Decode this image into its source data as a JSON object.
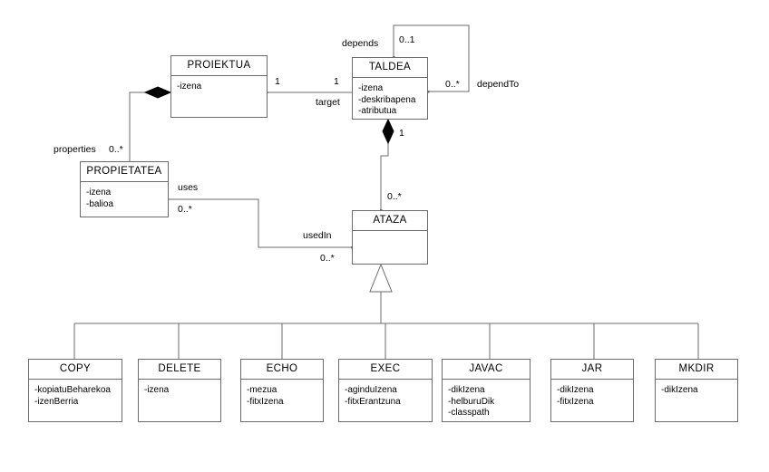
{
  "diagram": {
    "type": "uml-class-diagram",
    "language": "Basque",
    "classes": [
      {
        "id": "proiektua",
        "name": "PROIEKTUA",
        "attributes": [
          "-izena"
        ]
      },
      {
        "id": "taldea",
        "name": "TALDEA",
        "attributes": [
          "-izena",
          "-deskribapena",
          "-atributua"
        ]
      },
      {
        "id": "propietatea",
        "name": "PROPIETATEA",
        "attributes": [
          "-izena",
          "-balioa"
        ]
      },
      {
        "id": "ataza",
        "name": "ATAZA",
        "attributes": []
      },
      {
        "id": "copy",
        "name": "COPY",
        "attributes": [
          "-kopiatuBeharekoa",
          "-izenBerria"
        ]
      },
      {
        "id": "delete",
        "name": "DELETE",
        "attributes": [
          "-izena"
        ]
      },
      {
        "id": "echo",
        "name": "ECHO",
        "attributes": [
          "-mezua",
          "-fitxIzena"
        ]
      },
      {
        "id": "exec",
        "name": "EXEC",
        "attributes": [
          "-aginduIzena",
          "-fitxErantzuna"
        ]
      },
      {
        "id": "javac",
        "name": "JAVAC",
        "attributes": [
          "-dikIzena",
          "-helburuDik",
          "-classpath"
        ]
      },
      {
        "id": "jar",
        "name": "JAR",
        "attributes": [
          "-dikIzena",
          "-fitxIzena"
        ]
      },
      {
        "id": "mkdir",
        "name": "MKDIR",
        "attributes": [
          "-dikIzena"
        ]
      }
    ],
    "relations": [
      {
        "id": "target",
        "kind": "composition",
        "from": "proiektua",
        "to": "taldea",
        "role": "target",
        "from_mult": "1",
        "to_mult": "1"
      },
      {
        "id": "properties",
        "kind": "composition",
        "from": "proiektua",
        "to": "propietatea",
        "role": "properties",
        "from_mult": "1",
        "to_mult": "0..*"
      },
      {
        "id": "depends",
        "kind": "association",
        "from": "taldea",
        "to": "taldea",
        "role": "depends",
        "from_mult": "0..1",
        "to_mult": "0..*",
        "target_role": "dependTo"
      },
      {
        "id": "tasks",
        "kind": "composition",
        "from": "taldea",
        "to": "ataza",
        "role": "",
        "from_mult": "1",
        "to_mult": "0..*"
      },
      {
        "id": "uses",
        "kind": "association",
        "from": "propietatea",
        "to": "ataza",
        "role": "uses",
        "from_mult": "0..*",
        "to_mult": "0..*",
        "target_role": "usedIn"
      },
      {
        "id": "generalization",
        "kind": "generalization",
        "from": "ataza",
        "to": [
          "copy",
          "delete",
          "echo",
          "exec",
          "javac",
          "jar",
          "mkdir"
        ]
      }
    ],
    "labels": {
      "depends": "depends",
      "dependTo": "dependTo",
      "target": "target",
      "properties": "properties",
      "uses": "uses",
      "usedIn": "usedIn"
    },
    "multiplicities": {
      "depends_top": "0..1",
      "dependTo_right": "0..*",
      "proiektua_target": "1",
      "taldea_target": "1",
      "properties": "0..*",
      "taldea_ataza": "1",
      "ataza_taldea": "0..*",
      "uses": "0..*",
      "usedIn": "0..*"
    },
    "colors": {
      "stroke": "#6b6b6b",
      "fill": "#ffffff",
      "text": "#000000",
      "diamond": "#000000"
    }
  }
}
